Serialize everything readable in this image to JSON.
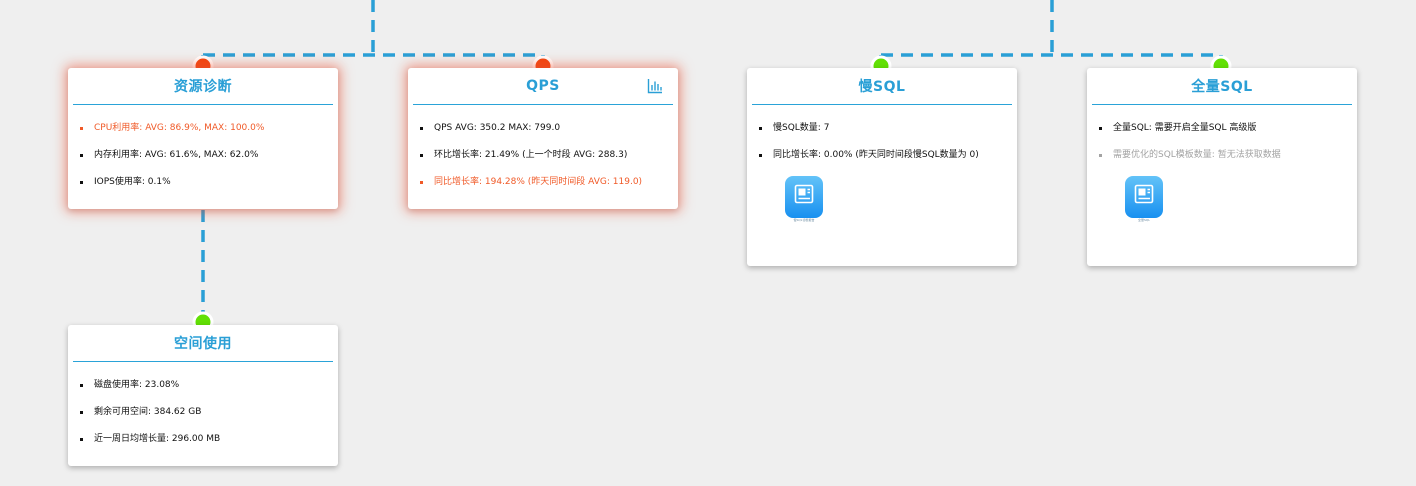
{
  "colors": {
    "connector": "#2a9fd6",
    "node_alert": "#f0440e",
    "node_ok": "#62e005",
    "title": "#2a9fd6",
    "warning_text": "#f05a28",
    "muted_text": "#a3a3a3"
  },
  "cards": {
    "resource": {
      "title": "资源诊断",
      "status": "alert",
      "items": [
        {
          "text": "CPU利用率: AVG: 86.9%, MAX: 100.0%",
          "state": "warning"
        },
        {
          "text": "内存利用率: AVG: 61.6%, MAX: 62.0%",
          "state": "normal"
        },
        {
          "text": "IOPS使用率: 0.1%",
          "state": "normal"
        }
      ]
    },
    "qps": {
      "title": "QPS",
      "status": "alert",
      "chart_icon": "bar-chart-icon",
      "items": [
        {
          "text": "QPS AVG: 350.2 MAX: 799.0",
          "state": "normal"
        },
        {
          "text": "环比增长率: 21.49% (上一个时段 AVG: 288.3)",
          "state": "normal"
        },
        {
          "text": "同比增长率: 194.28% (昨天同时间段 AVG: 119.0)",
          "state": "warning"
        }
      ]
    },
    "slow_sql": {
      "title": "慢SQL",
      "status": "ok",
      "items": [
        {
          "text": "慢SQL数量: 7",
          "state": "normal"
        },
        {
          "text": "同比增长率: 0.00% (昨天同时间段慢SQL数量为 0)",
          "state": "normal"
        }
      ],
      "icon": {
        "name": "report-icon",
        "caption": "慢SQL诊断报告"
      }
    },
    "full_sql": {
      "title": "全量SQL",
      "status": "ok",
      "items": [
        {
          "text": "全量SQL: 需要开启全量SQL 高级版",
          "state": "normal"
        },
        {
          "text": "需要优化的SQL模板数量: 暂无法获取数据",
          "state": "muted"
        }
      ],
      "icon": {
        "name": "report-icon",
        "caption": "全量SQL"
      }
    },
    "space": {
      "title": "空间使用",
      "status": "ok",
      "items": [
        {
          "text": "磁盘使用率: 23.08%",
          "state": "normal"
        },
        {
          "text": "剩余可用空间: 384.62 GB",
          "state": "normal"
        },
        {
          "text": "近一周日均增长量: 296.00 MB",
          "state": "normal"
        }
      ]
    }
  }
}
